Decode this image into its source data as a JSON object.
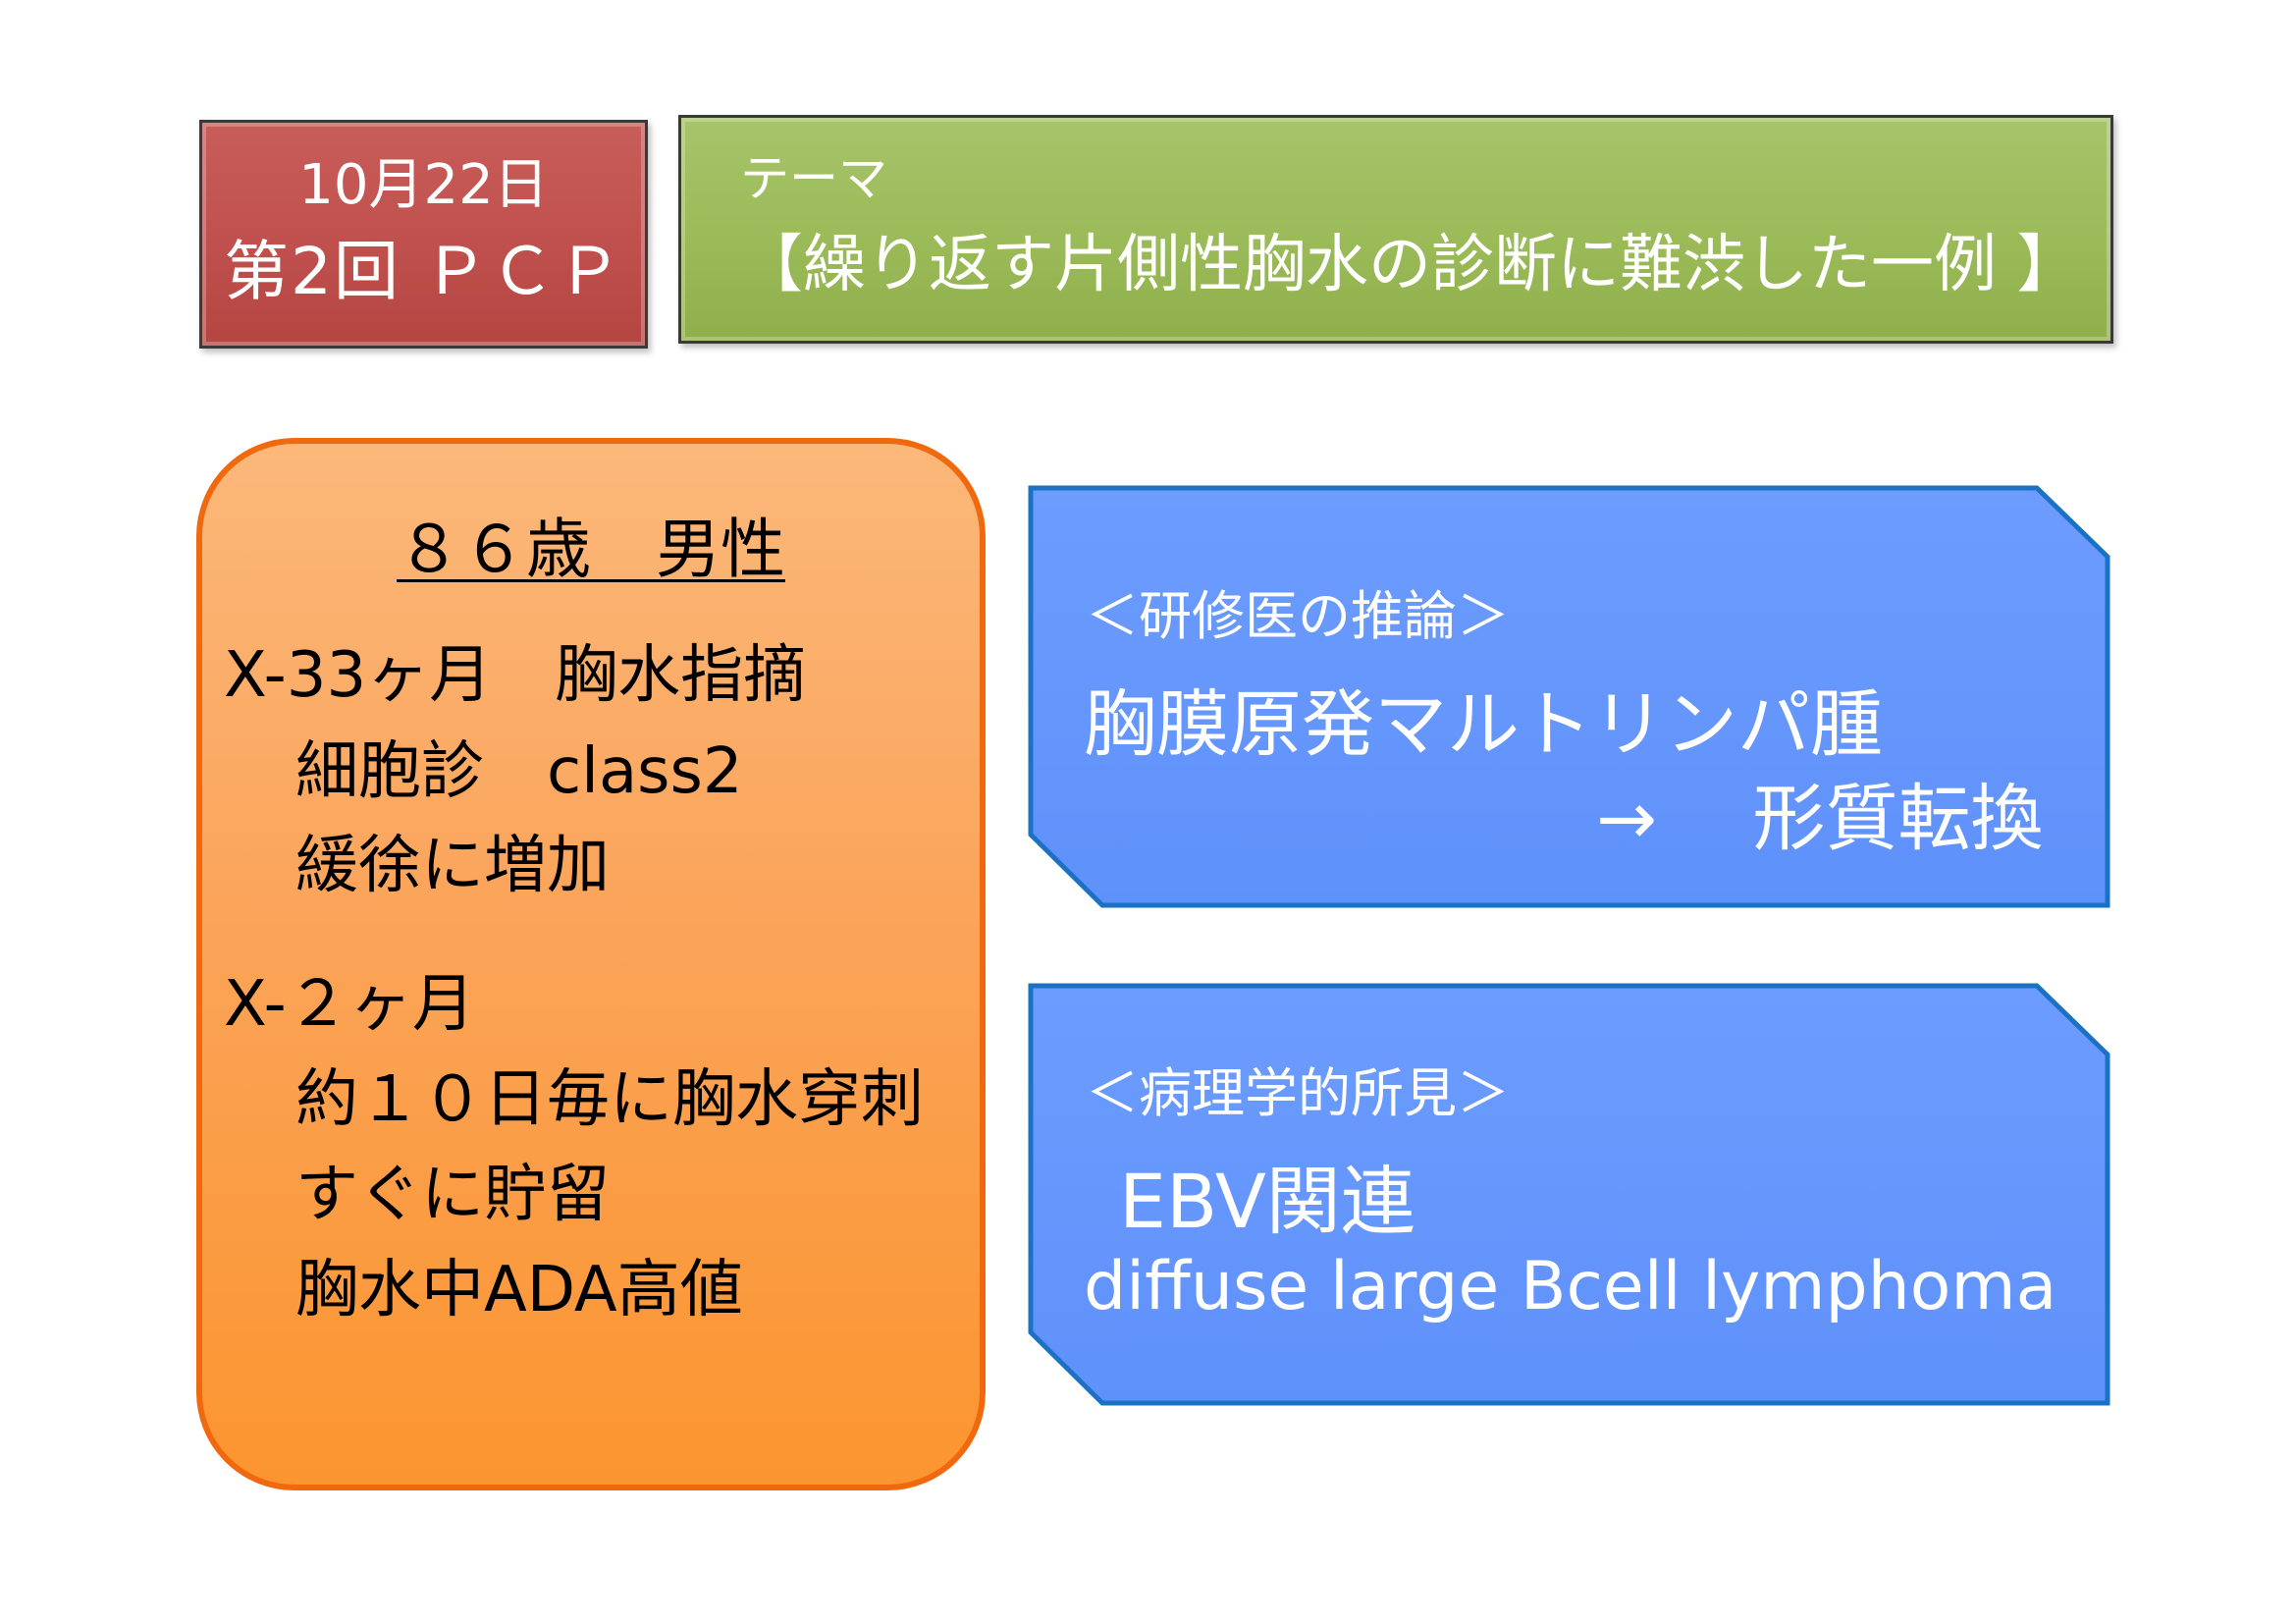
{
  "header": {
    "date": "10月22日",
    "session": "第2回 ＰＣＰ",
    "theme_label": "テーマ",
    "theme_title": "【繰り返す片側性胸水の診断に難渋した一例 】"
  },
  "patient": {
    "heading": "８６歳　男性",
    "lines": [
      "X-33ヶ月　胸水指摘",
      "細胞診　class2",
      "緩徐に増加",
      "X-２ヶ月",
      "約１０日毎に胸水穿刺",
      "すぐに貯留",
      "胸水中ADA高値"
    ]
  },
  "resident": {
    "label": "＜研修医の推論＞",
    "line1": "胸膜原発マルトリンパ腫",
    "line2": "→　 形質転換"
  },
  "pathology": {
    "label": "＜病理学的所見＞",
    "line1": "EBV関連",
    "line2": "diffuse large Bcell lymphoma"
  },
  "colors": {
    "date_box": "#c0504d",
    "theme_box": "#9bbb59",
    "patient_box": "#fba45a",
    "patient_border": "#f0690f",
    "blue_box": "#6495fd",
    "blue_border": "#1b72c4"
  }
}
